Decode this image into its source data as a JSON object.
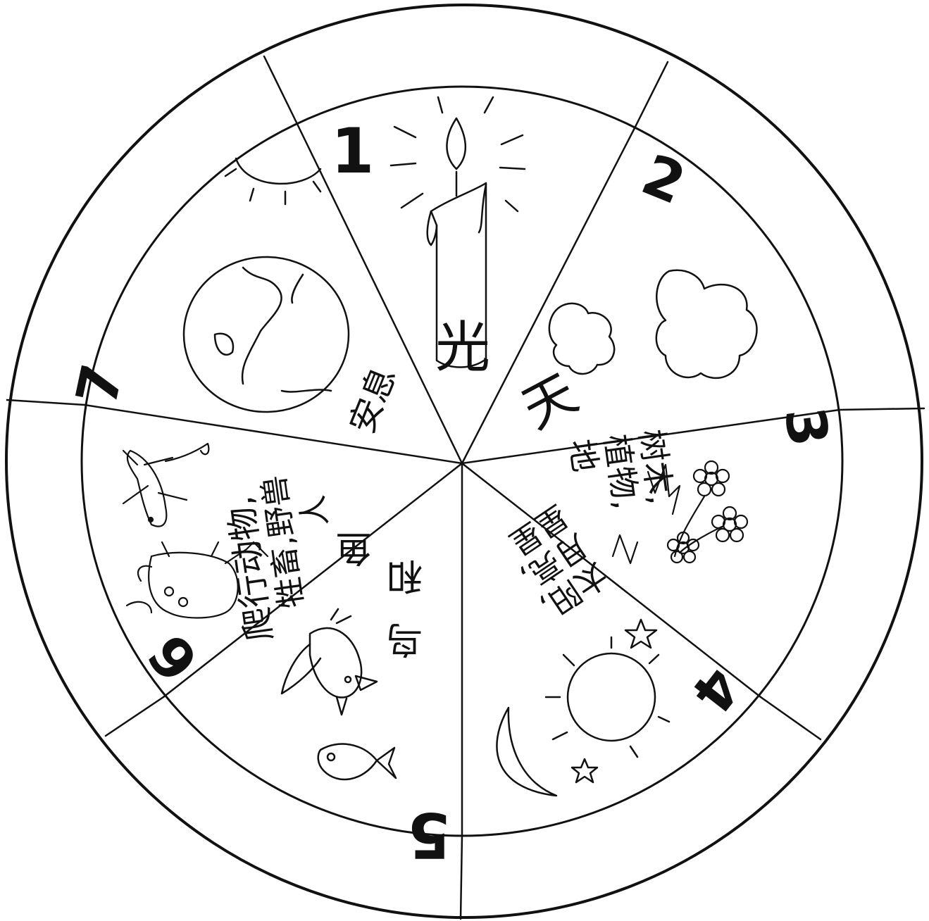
{
  "wheel": {
    "ink_color": "#111111",
    "paper_color": "#ffffff",
    "segments": [
      {
        "number": "1",
        "text_lines": [
          "光"
        ],
        "picture": "candle-icon"
      },
      {
        "number": "2",
        "text_lines": [
          "天"
        ],
        "picture": "cloud-icon"
      },
      {
        "number": "3",
        "text_lines": [
          "树木,",
          "植物,",
          "地"
        ],
        "picture": "flower-icon"
      },
      {
        "number": "4",
        "text_lines": [
          "太阳,",
          "月亮,",
          "星星"
        ],
        "picture": "sun-moon-star-icon"
      },
      {
        "number": "5",
        "text_lines": [
          "鸟",
          "和",
          "鱼"
        ],
        "picture": "bird-fish-icon"
      },
      {
        "number": "6",
        "text_lines": [
          "爬行动物,",
          "牲畜,野兽",
          "人"
        ],
        "picture": "lizard-cow-icon"
      },
      {
        "number": "7",
        "text_lines": [
          "安息"
        ],
        "picture": "earth-icon"
      }
    ]
  }
}
